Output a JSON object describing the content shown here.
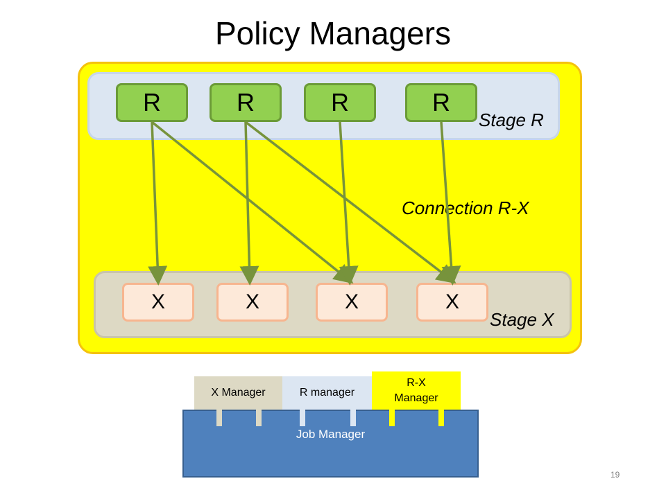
{
  "title": "Policy Managers",
  "stage_r": {
    "label": "Stage R",
    "nodes": [
      "R",
      "R",
      "R",
      "R"
    ]
  },
  "stage_x": {
    "label": "Stage X",
    "nodes": [
      "X",
      "X",
      "X",
      "X"
    ]
  },
  "connection_label": "Connection R-X",
  "connections": [
    {
      "from": 0,
      "to": 0
    },
    {
      "from": 0,
      "to": 2
    },
    {
      "from": 1,
      "to": 1
    },
    {
      "from": 1,
      "to": 3
    },
    {
      "from": 2,
      "to": 2
    },
    {
      "from": 3,
      "to": 3
    }
  ],
  "managers": {
    "x_manager": "X Manager",
    "r_manager": "R manager",
    "rx_manager": "R-X Manager",
    "job_manager": "Job Manager"
  },
  "page_number": "19",
  "colors": {
    "outer_fill": "#ffff00",
    "r_node": "#92d050",
    "x_node": "#fde9d9",
    "arrow": "#77933c",
    "job_manager": "#4f81bd"
  }
}
